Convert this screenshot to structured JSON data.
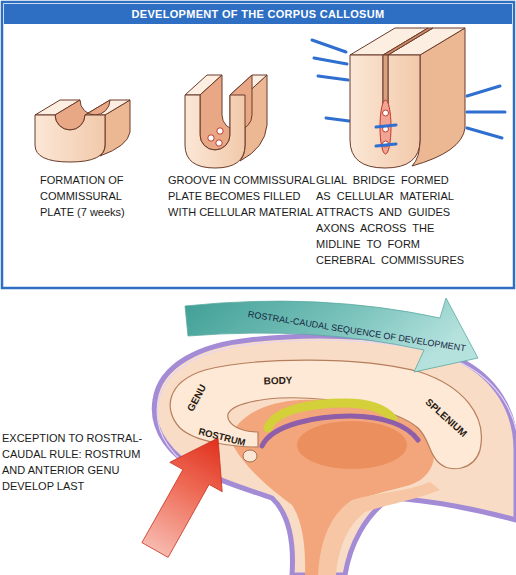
{
  "diagram": {
    "title": "DEVELOPMENT OF THE CORPUS CALLOSUM",
    "nodes": [
      {
        "text": [
          "ROSTRAL-CAUDAL SEQUENCE OF DEVELOPMENT"
        ]
      }
    ],
    "labels": [
      "FORMATION OF COMMISSURAL PLATE (7 weeks)",
      "GROOVE IN COMMISSURAL PLATE BECOMES FILLED WITH CELLULAR MATERIAL",
      "GLIAL BRIDGE FORMED AS CELLULAR MATERIAL ATTRACTS AND GUIDES AXONS ACROSS THE MIDLINE TO FORM CEREBRAL COMMISSURES",
      "GENU",
      "BODY",
      "SPLENIUM",
      "ROSTRUM",
      "EXCEPTION TO ROSTRAL-CAUDAL RULE: ROSTRUM AND ANTERIOR GENU DEVELOP LAST"
    ]
  }
}
